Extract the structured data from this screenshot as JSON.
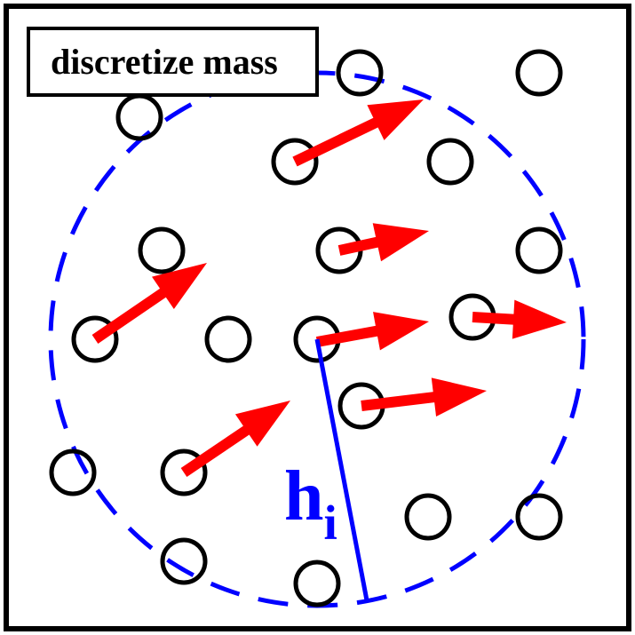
{
  "label": "discretize mass",
  "smoothing_length": {
    "symbol": "h",
    "subscript": "i"
  },
  "colors": {
    "particle_stroke": "#000000",
    "velocity_arrow": "#ff0000",
    "kernel_circle": "#0000ff",
    "smoothing_line": "#0000ff",
    "frame": "#000000"
  }
}
